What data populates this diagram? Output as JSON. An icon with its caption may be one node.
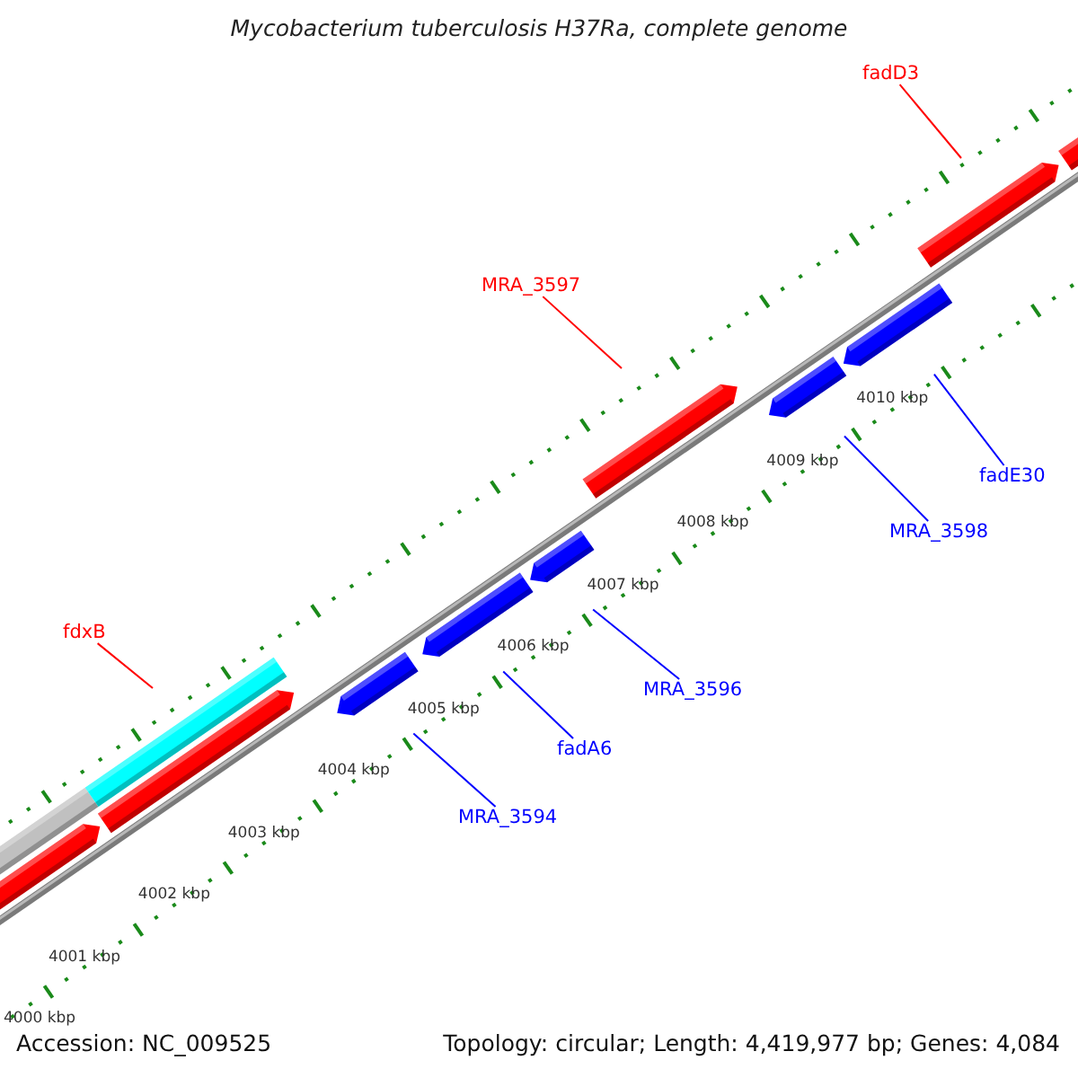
{
  "diagram": {
    "title": "Mycobacterium tuberculosis H37Ra, complete genome",
    "nodes": [
      {
        "text": [
          "fdxB"
        ]
      },
      {
        "text": [
          "MRA_3597"
        ]
      },
      {
        "text": [
          "fadD3"
        ]
      },
      {
        "text": [
          "MRA_3594"
        ]
      },
      {
        "text": [
          "fadA6"
        ]
      },
      {
        "text": [
          "MRA_3596"
        ]
      },
      {
        "text": [
          "MRA_3598"
        ]
      },
      {
        "text": [
          "fadE30"
        ]
      }
    ],
    "edges": [
      {
        "from": 0,
        "to": null,
        "arrow": "none",
        "color": "#ff0000"
      },
      {
        "from": 1,
        "to": null,
        "arrow": "none",
        "color": "#ff0000"
      },
      {
        "from": 2,
        "to": null,
        "arrow": "none",
        "color": "#ff0000"
      },
      {
        "from": 3,
        "to": null,
        "arrow": "none"
      },
      {
        "from": 4,
        "to": null,
        "arrow": "none"
      },
      {
        "from": 5,
        "to": null,
        "arrow": "none"
      },
      {
        "from": 6,
        "to": null,
        "arrow": "none"
      },
      {
        "from": 7,
        "to": null,
        "arrow": "none"
      }
    ],
    "labels": [
      "4000 kbp",
      "4001 kbp",
      "4002 kbp",
      "4003 kbp",
      "4004 kbp",
      "4005 kbp",
      "4006 kbp",
      "4007 kbp",
      "4008 kbp",
      "4009 kbp",
      "4010 kbp",
      "Accession: NC_009525",
      "Topology: circular; Length: 4,419,977 bp; Genes: 4,084"
    ]
  }
}
